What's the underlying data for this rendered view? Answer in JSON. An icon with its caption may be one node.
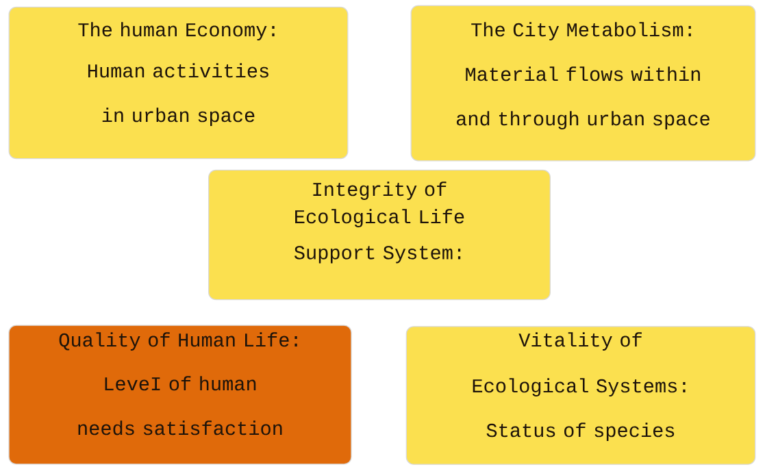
{
  "diagram": {
    "nodes": [
      {
        "text": [
          "The human Economy:",
          "Human activities in urban space"
        ]
      },
      {
        "text": [
          "The City Metabolism:",
          "Material flows within and through urban space"
        ]
      },
      {
        "text": [
          "Integrity of Ecological Life",
          "Support System:"
        ]
      },
      {
        "text": [
          "Quality of Human Life:",
          "LeveI of human needs satisfaction"
        ]
      },
      {
        "text": [
          "Vitality of Ecological Systems:",
          "Status of species"
        ]
      }
    ]
  }
}
